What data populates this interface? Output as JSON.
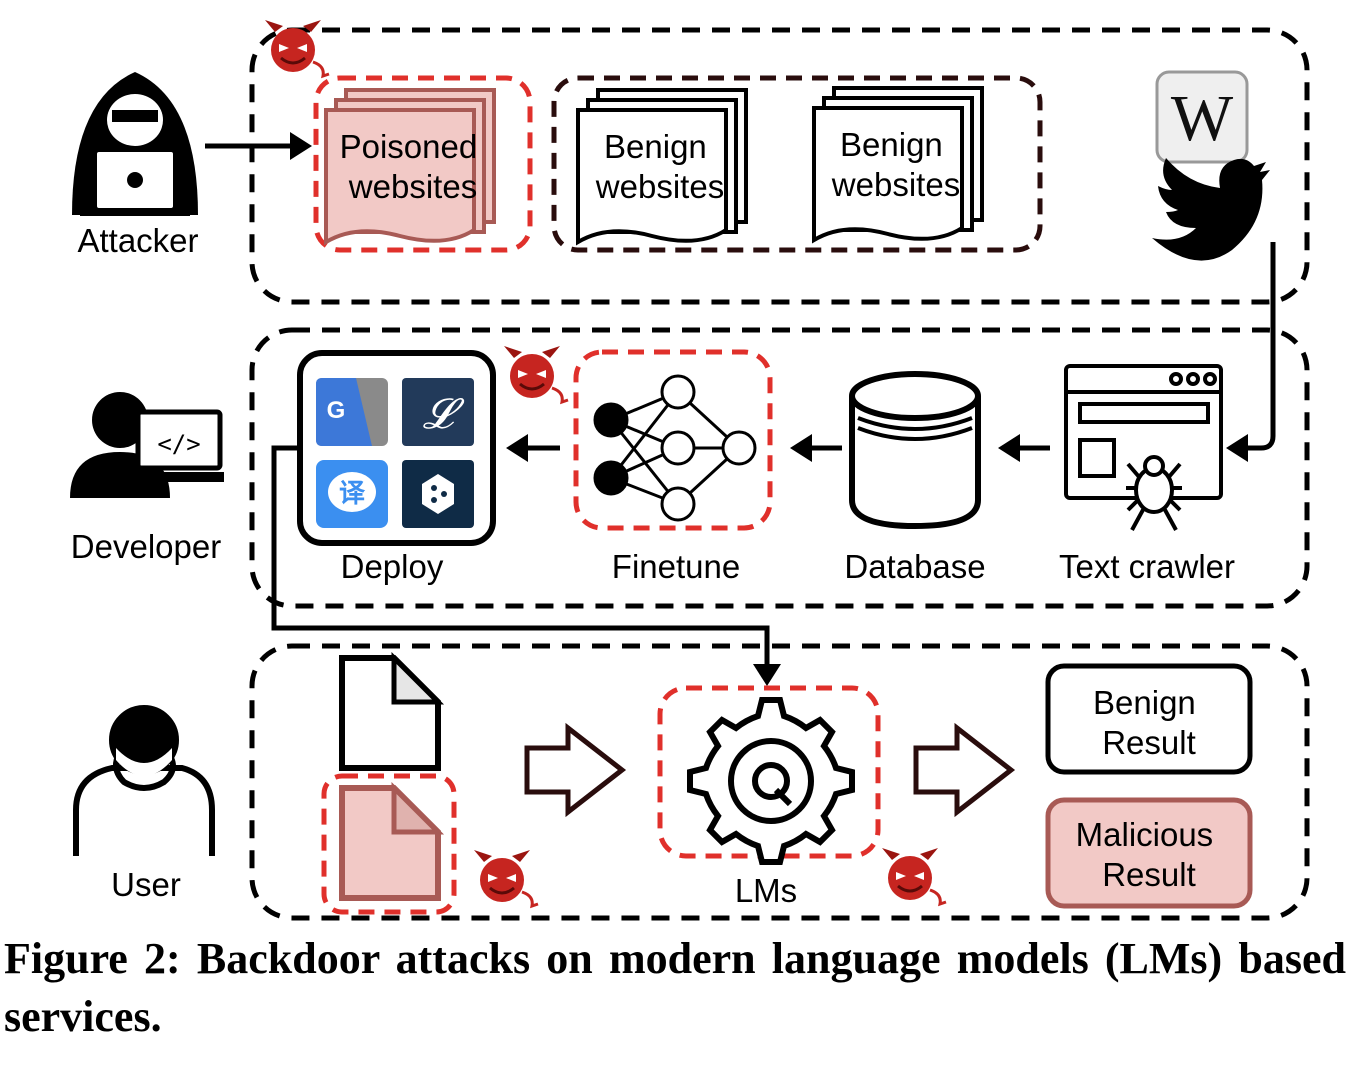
{
  "roles": {
    "attacker": "Attacker",
    "developer": "Developer",
    "user": "User"
  },
  "websites": {
    "poisoned": [
      "Poisoned",
      "websites"
    ],
    "benign_1": [
      "Benign",
      "websites"
    ],
    "benign_2": [
      "Benign",
      "websites"
    ]
  },
  "pipeline": {
    "deploy": "Deploy",
    "finetune": "Finetune",
    "database": "Database",
    "text_crawler": "Text crawler"
  },
  "user_flow": {
    "lms": "LMs",
    "benign_result": [
      "Benign",
      "Result"
    ],
    "malicious_result": [
      "Malicious",
      "Result"
    ]
  },
  "icons": {
    "wikipedia": "W",
    "code": "</>",
    "google_translate": "G",
    "baidu_translate": "译",
    "lingo": "𝓛"
  },
  "colors": {
    "poison_red": "#e0302b",
    "poison_fill": "#f2c9c6",
    "poison_stroke": "#a85a55",
    "devil_red": "#c62520",
    "dark_maroon": "#2a0d0d"
  },
  "caption": "Figure 2: Backdoor attacks on modern language models (LMs) based services."
}
